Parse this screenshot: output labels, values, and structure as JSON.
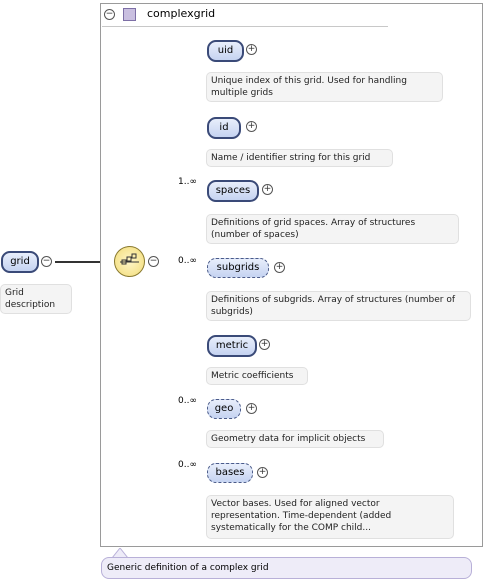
{
  "root": {
    "name": "grid",
    "description": "Grid\ndescription"
  },
  "complex_type": {
    "title": "complexgrid",
    "annotation": "Generic definition of a complex grid"
  },
  "children": [
    {
      "name": "uid",
      "multiplicity": "",
      "doc": "Unique index of this grid. Used for handling multiple grids"
    },
    {
      "name": "id",
      "multiplicity": "",
      "doc": "Name / identifier string for this grid"
    },
    {
      "name": "spaces",
      "multiplicity": "1..∞",
      "doc": "Definitions of grid spaces. Array of structures (number of spaces)"
    },
    {
      "name": "subgrids",
      "multiplicity": "0..∞",
      "doc": "Definitions of subgrids. Array of structures (number of subgrids)"
    },
    {
      "name": "metric",
      "multiplicity": "",
      "doc": "Metric coefficients"
    },
    {
      "name": "geo",
      "multiplicity": "0..∞",
      "doc": "Geometry data for implicit objects"
    },
    {
      "name": "bases",
      "multiplicity": "0..∞",
      "doc": "Vector bases. Used for aligned vector representation. Time-dependent (added systematically for the COMP child..."
    }
  ],
  "icons": {
    "collapse": "minus-circle-icon",
    "expand": "plus-circle-icon",
    "sequence": "sequence-compositor-icon",
    "type": "complex-type-icon"
  },
  "colors": {
    "pill_fill": "#c5d3f1",
    "pill_border": "#3a4a78",
    "compositor_fill": "#f2dc78",
    "annotation_fill": "#eeecf8"
  }
}
